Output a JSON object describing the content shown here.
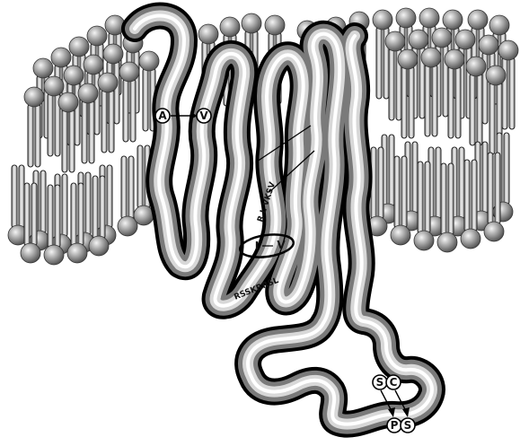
{
  "figure": {
    "description_labels": {
      "mutation_1_from": "A",
      "mutation_1_to": "V",
      "mutation_2_from": "I",
      "mutation_2_to": "V",
      "mutation_3_from": "S",
      "mutation_3_to": "C",
      "mutation_4_from": "P",
      "mutation_4_to": "S",
      "loop_sequence_upper": "R L VKSV",
      "loop_sequence_lower": "RSSKRRSL"
    }
  }
}
